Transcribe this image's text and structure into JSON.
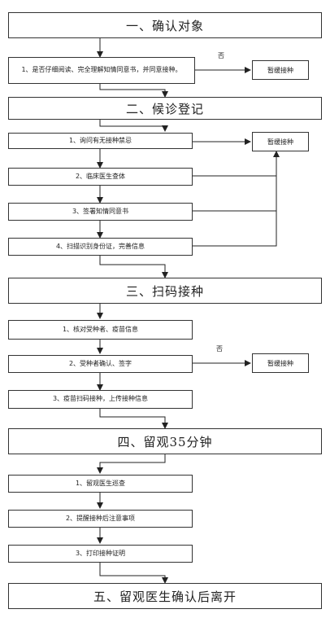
{
  "sections": {
    "s1": "一、确认对象",
    "s2": "二、候诊登记",
    "s3": "三、扫码接种",
    "s4": "四、留观35分钟",
    "s5": "五、留观医生确认后离开"
  },
  "steps": {
    "a1": "1、是否仔细阅读、完全理解知情同意书，并同意接种。",
    "b1": "1、询问有无接种禁忌",
    "b2": "2、临床医生查体",
    "b3": "3、签署知情同意书",
    "b4": "4、扫描识别身份证，完善信息",
    "c1": "1、核对受种者、疫苗信息",
    "c2": "2、受种者确认、签字",
    "c3": "3、疫苗扫码接种，上传接种信息",
    "d1": "1、留观医生巡查",
    "d2": "2、提醒接种后注意事项",
    "d3": "3、打印接种证明"
  },
  "side": {
    "defer1": "暂缓接种",
    "defer2": "暂缓接种",
    "defer3": "暂缓接种",
    "no_label1": "否",
    "no_label2": "否"
  }
}
